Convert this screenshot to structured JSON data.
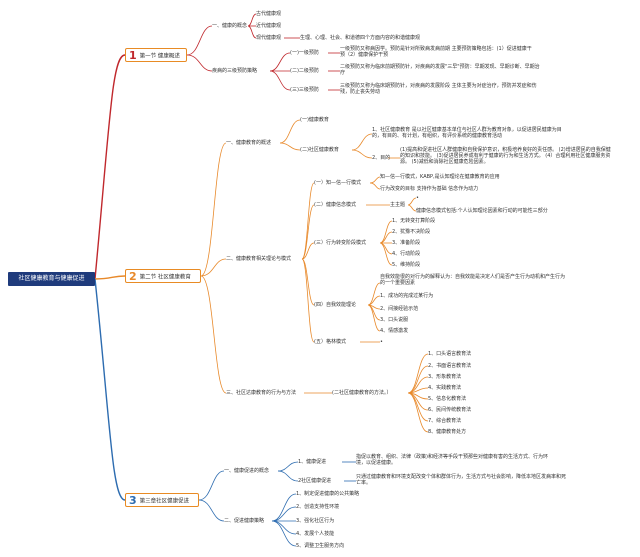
{
  "root": "社区健康教育与健康促进",
  "sections": [
    {
      "num": "1",
      "label": "第一节  健康概述",
      "color": "#c0282d"
    },
    {
      "num": "2",
      "label": "第二节  社区健康教育",
      "color": "#e8892a"
    },
    {
      "num": "3",
      "label": "第三章社区健康促进",
      "color": "#2d6cb0"
    }
  ],
  "s1": {
    "concept": "一、健康的概念",
    "c1": "古代健康观",
    "c2": "近代健康观",
    "c3": "现代健康观",
    "c3d": "生理、心理、社会、和道德四个方面内容的和谐健康观",
    "prev": "疾病的三级预防策略",
    "p1": "(一)一级预防",
    "p1d": "一级预防又称病因学。预防是针对所致病发病前期 主要预防策略包括：(1）促进健康干预（2）健康保护干预",
    "p2": "(二)二级预防",
    "p2d": "二级预防又称为临床前期预防针，对疾病的发展\"三早\"预防：早期发现、早期诊断、早期治疗",
    "p3": "(三)三级预防",
    "p3d": "三级预防又称为临床期预防针，对疾病的发展阶段 主体主要为对症治疗，预防并发症和伤残，防止丧失劳动"
  },
  "s2": {
    "overview": "一、健康教育的概述",
    "o1": "(一)健康教育",
    "o2": "(二)社区健康教育",
    "o2a": "1、社区健康教育 是以社区健康基本单位与社区人群为教育对象，以促进居民健康为目的，有目的、有计划，有组织，有评价系统的健康教育活动",
    "o2b": "2、目的",
    "o2bd": "(1)提高和促进社区人群健康和自我保护意识，积极培养良好的责任感。 (2)增进居民的自我保健的知识和技能。 (3)促进居民养成有利于健康的行为和生活方式。 (4）合理利用社区健康服务资源。 (5)减低和消除社区健康危险因素。",
    "theory": "二、健康教育相关理论与模式",
    "k": "(一）知—信—行模式",
    "kd1": "知—信—行模式，KABP,是认知理论在健康教育的应用",
    "kd2": "行为改变的目标  支持作为基础  信念作为动力",
    "hb": "(二）健康信念模式",
    "hbm": "主主题",
    "hbd": "健康信念模式包括:个人认知理论因素和行动的可能性三部分",
    "stage": "(三）行为转变阶段模式",
    "stages": [
      "1、无转变打算阶段",
      "2、犹豫不决阶段",
      "3、准备阶段",
      "4、行动阶段",
      "5、维持阶段"
    ],
    "sc": "(四）自我效能理论",
    "scd": "自我效能很的对行为的解释认为：自我效能是决定人们是否产生行为动机和产生行为的一个重要因素",
    "scs": [
      "1、成功的完成过某行为",
      "2、间接经验示范",
      "3、口头说服",
      "4、情感激发"
    ],
    "eco": "(五）格林模式",
    "method": "三、社区达康教育的行为与方法",
    "methodSub": "(二社区健康教育的方法。）",
    "methods": [
      "1、口头语言教育法",
      "2、书面语言教育法",
      "3、形象教育法",
      "4、实践教育法",
      "5、信息化教育法",
      "6、民间传统教育法",
      "7、综合教育法",
      "8、健康教育处方"
    ]
  },
  "s3": {
    "concept": "一、健康促进的概念",
    "c1": "1、健康促进",
    "c1d": "指促以教育、组织、法律（政策)和经济等手段干预那些对健康有害的生活方式、行为环境，以促进健康。",
    "c2": "2社区健康促进",
    "c2d": "只通过健康教育和环境支配改变个体和群体行为，生活方式与社会影响，降低本地区发病率和死亡率。",
    "strat": "二、促进健康策略",
    "strats": [
      "1、制定促进健康的公共策略",
      "2、创造支持性环境",
      "3、强化社区行为",
      "4、发展个人技能",
      "5、调整卫生服务方向"
    ]
  }
}
